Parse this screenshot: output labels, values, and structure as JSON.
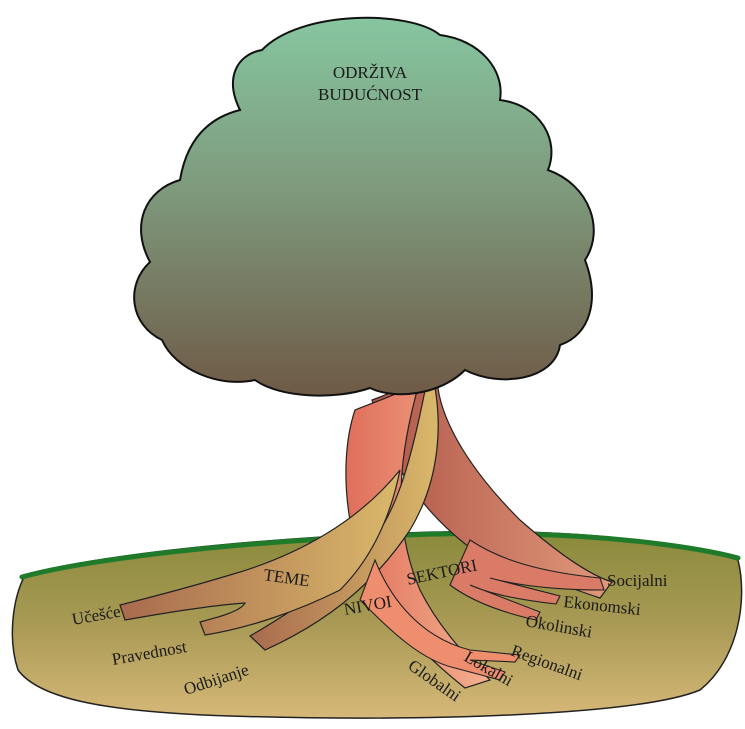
{
  "diagram": {
    "title_line1": "ODRŽIVA",
    "title_line2": "BUDUĆNOST",
    "groups": {
      "teme": "TEME",
      "nivoi": "NIVOI",
      "sektori": "SEKTORI"
    },
    "teme_items": [
      "Učešće",
      "Pravednost",
      "Odbijanje"
    ],
    "nivoi_items": [
      "Globalni",
      "Lokalni",
      "Regionalni"
    ],
    "sektori_items": [
      "Okolinski",
      "Ekonomski",
      "Socijalni"
    ]
  }
}
